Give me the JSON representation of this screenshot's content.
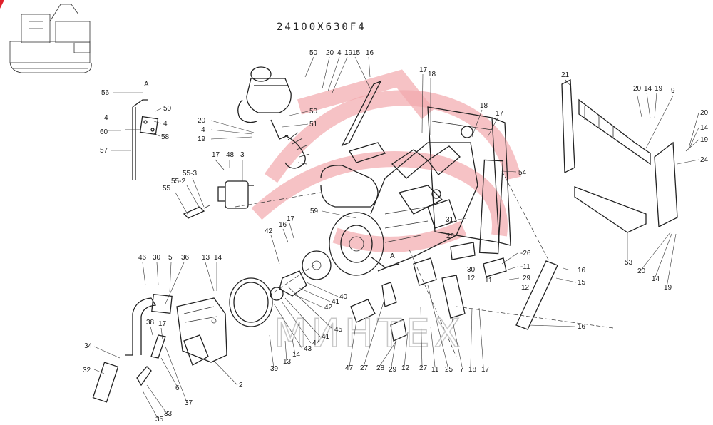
{
  "drawing": {
    "title": "24100X630F4",
    "watermark": "МИНТЕХ"
  },
  "callouts": [
    {
      "id": "c50a",
      "label": "50"
    },
    {
      "id": "c20a",
      "label": "20"
    },
    {
      "id": "c4a",
      "label": "4"
    },
    {
      "id": "c19a",
      "label": "19"
    },
    {
      "id": "c15a",
      "label": "15"
    },
    {
      "id": "c16a",
      "label": "16"
    },
    {
      "id": "c56",
      "label": "56"
    },
    {
      "id": "cAa",
      "label": "A"
    },
    {
      "id": "c50b",
      "label": "50"
    },
    {
      "id": "c4b",
      "label": "4"
    },
    {
      "id": "c4c",
      "label": "4"
    },
    {
      "id": "c60",
      "label": "60"
    },
    {
      "id": "c58",
      "label": "58"
    },
    {
      "id": "c57",
      "label": "57"
    },
    {
      "id": "c20b",
      "label": "20"
    },
    {
      "id": "c4d",
      "label": "4"
    },
    {
      "id": "c19b",
      "label": "19"
    },
    {
      "id": "c50c",
      "label": "50"
    },
    {
      "id": "c51",
      "label": "51"
    },
    {
      "id": "c17a",
      "label": "17"
    },
    {
      "id": "c48",
      "label": "48"
    },
    {
      "id": "c3",
      "label": "3"
    },
    {
      "id": "c553",
      "label": "55-3"
    },
    {
      "id": "c552",
      "label": "55-2"
    },
    {
      "id": "c55",
      "label": "55"
    },
    {
      "id": "c17b",
      "label": "17"
    },
    {
      "id": "c18a",
      "label": "18"
    },
    {
      "id": "c18b",
      "label": "18"
    },
    {
      "id": "c17c",
      "label": "17"
    },
    {
      "id": "c54",
      "label": "54"
    },
    {
      "id": "c59",
      "label": "59"
    },
    {
      "id": "c42a",
      "label": "42"
    },
    {
      "id": "c16b",
      "label": "16"
    },
    {
      "id": "c17d",
      "label": "17"
    },
    {
      "id": "cAb",
      "label": "A"
    },
    {
      "id": "c31",
      "label": "31"
    },
    {
      "id": "c26a",
      "label": "26"
    },
    {
      "id": "c26b",
      "label": "-26"
    },
    {
      "id": "c11a",
      "label": "-11"
    },
    {
      "id": "c29a",
      "label": "29"
    },
    {
      "id": "c30a",
      "label": "30"
    },
    {
      "id": "c12a",
      "label": "12"
    },
    {
      "id": "c12b",
      "label": "12"
    },
    {
      "id": "c16c",
      "label": "16"
    },
    {
      "id": "c15b",
      "label": "15"
    },
    {
      "id": "c16d",
      "label": "16"
    },
    {
      "id": "c21",
      "label": "21"
    },
    {
      "id": "c20c",
      "label": "20"
    },
    {
      "id": "c14a",
      "label": "14"
    },
    {
      "id": "c19c",
      "label": "19"
    },
    {
      "id": "c9",
      "label": "9"
    },
    {
      "id": "c20d",
      "label": "20"
    },
    {
      "id": "c14b",
      "label": "14"
    },
    {
      "id": "c19d",
      "label": "19"
    },
    {
      "id": "c24",
      "label": "24"
    },
    {
      "id": "c53",
      "label": "53"
    },
    {
      "id": "c20e",
      "label": "20"
    },
    {
      "id": "c14c",
      "label": "14"
    },
    {
      "id": "c19e",
      "label": "19"
    },
    {
      "id": "c46",
      "label": "46"
    },
    {
      "id": "c30b",
      "label": "30"
    },
    {
      "id": "c5",
      "label": "5"
    },
    {
      "id": "c36",
      "label": "36"
    },
    {
      "id": "c13a",
      "label": "13"
    },
    {
      "id": "c14d",
      "label": "14"
    },
    {
      "id": "c40",
      "label": "40"
    },
    {
      "id": "c41a",
      "label": "41"
    },
    {
      "id": "c42b",
      "label": "42"
    },
    {
      "id": "c45",
      "label": "45"
    },
    {
      "id": "c41b",
      "label": "41"
    },
    {
      "id": "c44",
      "label": "44"
    },
    {
      "id": "c43",
      "label": "43"
    },
    {
      "id": "c38",
      "label": "38"
    },
    {
      "id": "c17e",
      "label": "17"
    },
    {
      "id": "c34",
      "label": "34"
    },
    {
      "id": "c32",
      "label": "32"
    },
    {
      "id": "c2",
      "label": "2"
    },
    {
      "id": "c39",
      "label": "39"
    },
    {
      "id": "c13b",
      "label": "13"
    },
    {
      "id": "c14e",
      "label": "14"
    },
    {
      "id": "c6",
      "label": "6"
    },
    {
      "id": "c37",
      "label": "37"
    },
    {
      "id": "c33",
      "label": "33"
    },
    {
      "id": "c35",
      "label": "35"
    },
    {
      "id": "c47",
      "label": "47"
    },
    {
      "id": "c27a",
      "label": "27"
    },
    {
      "id": "c28",
      "label": "28"
    },
    {
      "id": "c29b",
      "label": "29"
    },
    {
      "id": "c12c",
      "label": "12"
    },
    {
      "id": "c27b",
      "label": "27"
    },
    {
      "id": "c11b",
      "label": "11"
    },
    {
      "id": "c25",
      "label": "25"
    },
    {
      "id": "c7",
      "label": "7"
    },
    {
      "id": "c18c",
      "label": "18"
    },
    {
      "id": "c17f",
      "label": "17"
    },
    {
      "id": "c11c",
      "label": "11"
    }
  ],
  "colors": {
    "line": "#222222",
    "watermark_red": "#f2a8ad",
    "watermark_grey": "#c8c8c8",
    "corner_mark": "#e0202a"
  }
}
